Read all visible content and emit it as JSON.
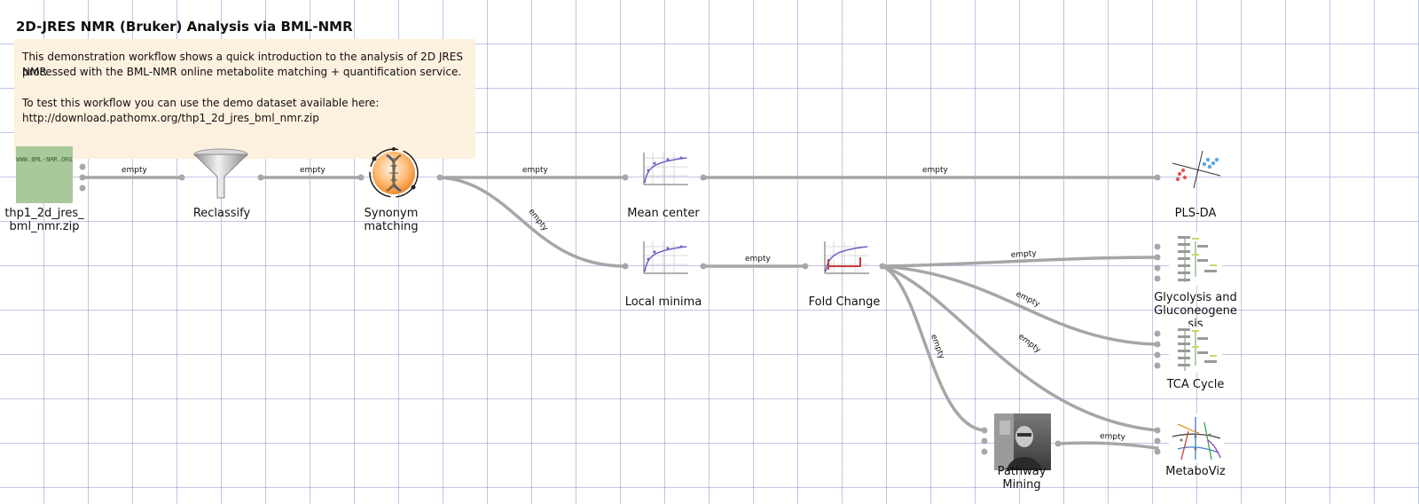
{
  "workflow": {
    "title": "2D-JRES NMR (Bruker) Analysis via BML-NMR",
    "note_lines": [
      "This demonstration workflow shows a quick introduction to the analysis of 2D JRES NMR",
      "processed with the BML-NMR online metabolite matching + quantification service.",
      "To test this workflow you can use the demo dataset available here:",
      "http://download.pathomx.org/thp1_2d_jres_bml_nmr.zip"
    ]
  },
  "nodes": {
    "source": {
      "label_line1": "thp1_2d_jres_",
      "label_line2": "bml_nmr.zip",
      "thumb_text": "WWW.BML-NMR.ORG"
    },
    "reclassify": {
      "label": "Reclassify"
    },
    "synonym": {
      "label_line1": "Synonym",
      "label_line2": "matching"
    },
    "mean_center": {
      "label": "Mean center"
    },
    "plsda": {
      "label": "PLS-DA"
    },
    "local_minima": {
      "label": "Local minima"
    },
    "fold_change": {
      "label": "Fold Change"
    },
    "glycolysis": {
      "label_line1": "Glycolysis and",
      "label_line2": "Gluconeogene",
      "label_line3": "sis"
    },
    "tca": {
      "label": "TCA Cycle"
    },
    "pathway_mining": {
      "label_line1": "Pathway",
      "label_line2": "Mining"
    },
    "metaboviz": {
      "label": "MetaboViz"
    }
  },
  "edge_label": "empty",
  "colors": {
    "edge": "#a6a6a6",
    "note_bg": "#fdf1df",
    "grid": "#8c96d2"
  }
}
